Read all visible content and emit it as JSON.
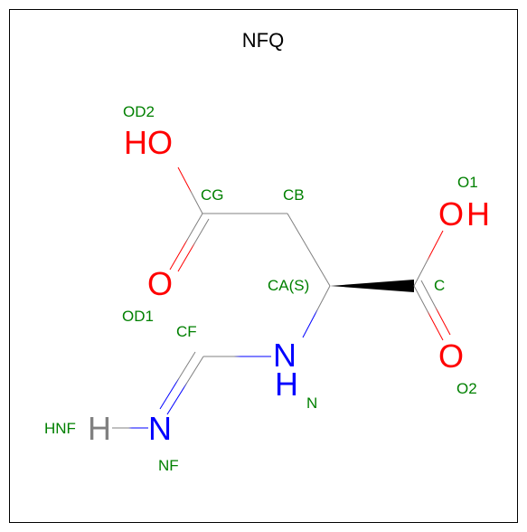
{
  "title": "NFQ",
  "colors": {
    "oxygen": "#ff0000",
    "nitrogen": "#0000ff",
    "hydrogen": "#808080",
    "atom_name": "#008000",
    "carbon_bond": "#808080",
    "black": "#000000"
  },
  "elements": {
    "od2": "HO",
    "od1": "O",
    "o1_o": "O",
    "o1_h": "H",
    "o2": "O",
    "n_n": "N",
    "n_h": "H",
    "nf": "N",
    "hnf": "H"
  },
  "atom_names": {
    "od2": "OD2",
    "cg": "CG",
    "cb": "CB",
    "o1": "O1",
    "od1": "OD1",
    "ca": "CA(S)",
    "c": "C",
    "cf": "CF",
    "n": "N",
    "o2": "O2",
    "hnf": "HNF",
    "nf": "NF"
  }
}
